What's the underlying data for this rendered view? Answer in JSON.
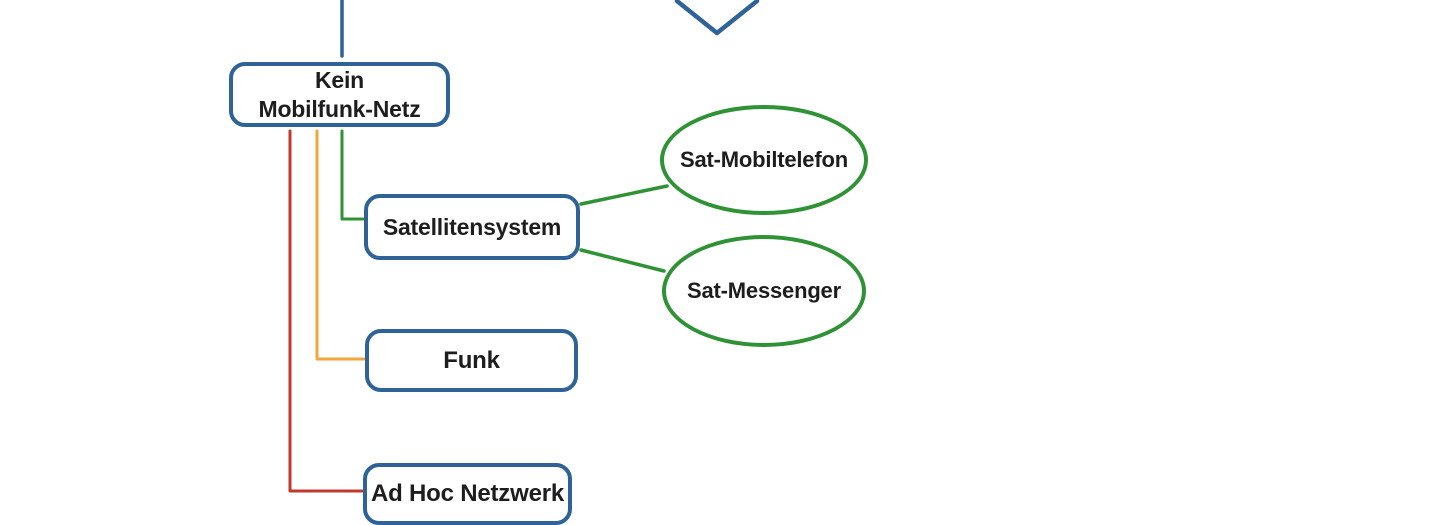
{
  "diagram": {
    "background_color": "#ffffff",
    "text_color": "#1d1d1f",
    "colors": {
      "node_border_blue": "#2f6397",
      "ellipse_border_green": "#2f9235",
      "edge_red": "#c03a2b",
      "edge_orange": "#f2a63c",
      "edge_green": "#2f9235",
      "edge_blue": "#2f6397"
    },
    "nodes": {
      "decision_diamond": {
        "label": ""
      },
      "kein_mobilfunk_netz": {
        "label_lines": [
          "Kein",
          "Mobilfunk-Netz"
        ]
      },
      "satellitensystem": {
        "label": "Satellitensystem"
      },
      "funk": {
        "label": "Funk"
      },
      "ad_hoc_netzwerk": {
        "label": "Ad Hoc Netzwerk"
      },
      "sat_mobiltelefon": {
        "label": "Sat-Mobiltelefon"
      },
      "sat_messenger": {
        "label": "Sat-Messenger"
      }
    },
    "edges": [
      {
        "from": "kein_mobilfunk_netz",
        "to": "satellitensystem",
        "color": "#2f9235"
      },
      {
        "from": "kein_mobilfunk_netz",
        "to": "funk",
        "color": "#f2a63c"
      },
      {
        "from": "kein_mobilfunk_netz",
        "to": "ad_hoc_netzwerk",
        "color": "#c03a2b"
      },
      {
        "from": "satellitensystem",
        "to": "sat_mobiltelefon",
        "color": "#2f9235"
      },
      {
        "from": "satellitensystem",
        "to": "sat_messenger",
        "color": "#2f9235"
      },
      {
        "from": "parent_above",
        "to": "kein_mobilfunk_netz",
        "color": "#2f6397"
      }
    ]
  }
}
